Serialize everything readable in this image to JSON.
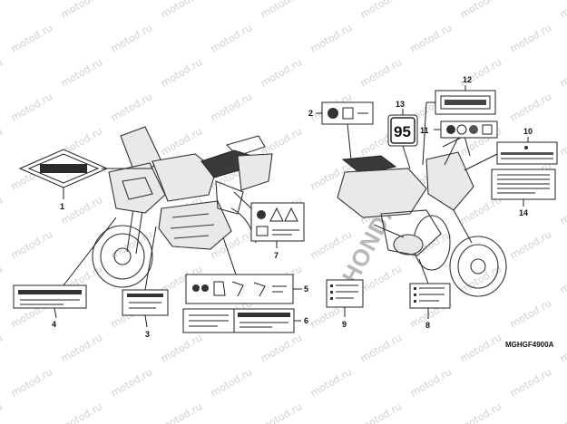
{
  "watermark": "motod.ru",
  "diagram_code": "MGHGF4900A",
  "brand_text": "HONDA",
  "fuel_label_text": "95",
  "callouts": [
    "1",
    "2",
    "3",
    "4",
    "5",
    "6",
    "7",
    "8",
    "9",
    "10",
    "11",
    "12",
    "13",
    "14"
  ]
}
